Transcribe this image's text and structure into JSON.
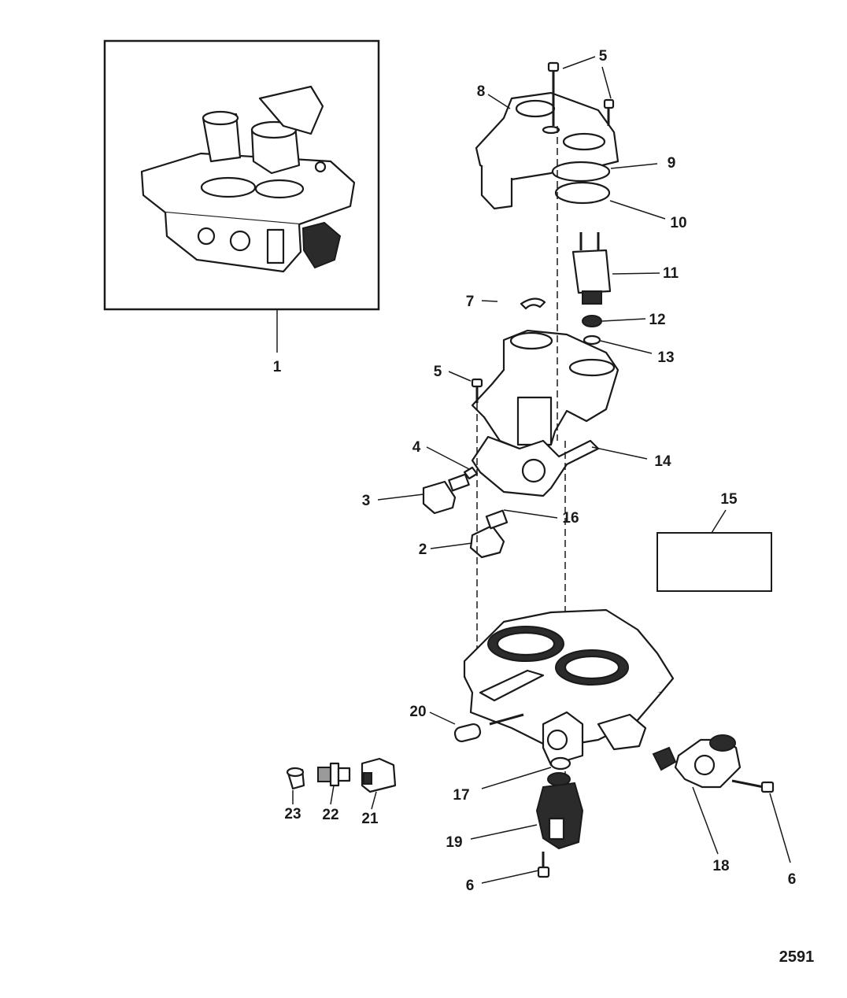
{
  "callouts": [
    {
      "id": "c1",
      "label": "1"
    },
    {
      "id": "c2",
      "label": "2"
    },
    {
      "id": "c3",
      "label": "3"
    },
    {
      "id": "c4",
      "label": "4"
    },
    {
      "id": "c5a",
      "label": "5"
    },
    {
      "id": "c5b",
      "label": "5"
    },
    {
      "id": "c6a",
      "label": "6"
    },
    {
      "id": "c6b",
      "label": "6"
    },
    {
      "id": "c7",
      "label": "7"
    },
    {
      "id": "c8",
      "label": "8"
    },
    {
      "id": "c9",
      "label": "9"
    },
    {
      "id": "c10",
      "label": "10"
    },
    {
      "id": "c11",
      "label": "11"
    },
    {
      "id": "c12",
      "label": "12"
    },
    {
      "id": "c13",
      "label": "13"
    },
    {
      "id": "c14",
      "label": "14"
    },
    {
      "id": "c15",
      "label": "15"
    },
    {
      "id": "c16",
      "label": "16"
    },
    {
      "id": "c17",
      "label": "17"
    },
    {
      "id": "c18",
      "label": "18"
    },
    {
      "id": "c19",
      "label": "19"
    },
    {
      "id": "c20",
      "label": "20"
    },
    {
      "id": "c21",
      "label": "21"
    },
    {
      "id": "c22",
      "label": "22"
    },
    {
      "id": "c23",
      "label": "23"
    }
  ],
  "figure_number": "2591"
}
